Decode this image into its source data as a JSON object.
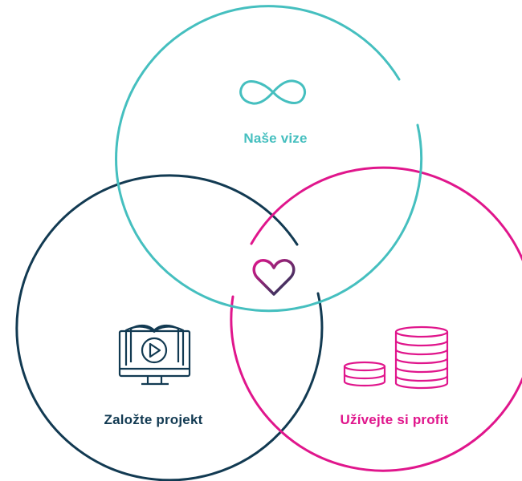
{
  "colors": {
    "teal": "#45bfbf",
    "navy": "#123a52",
    "magenta": "#e0168c",
    "heart_gradient": [
      "#e0168c",
      "#123a52"
    ]
  },
  "circles": [
    {
      "id": "vize",
      "label": "Naše vize",
      "color": "#45bfbf",
      "icon": "infinity-icon"
    },
    {
      "id": "projekt",
      "label": "Založte projekt",
      "color": "#123a52",
      "icon": "ebook-play-icon"
    },
    {
      "id": "profit",
      "label": "Užívejte si profit",
      "color": "#e0168c",
      "icon": "coins-stack-icon"
    }
  ],
  "center_icon": "heart-icon"
}
